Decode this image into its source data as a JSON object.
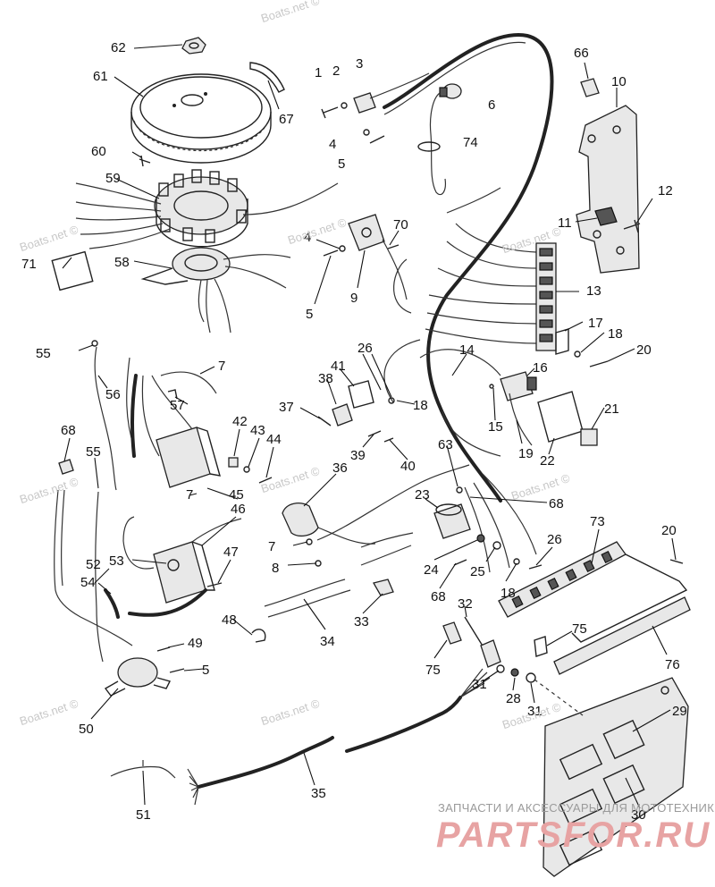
{
  "watermarks": [
    "Boats.net ©",
    "Boats.net ©",
    "Boats.net ©",
    "Boats.net ©",
    "Boats.net ©",
    "Boats.net ©",
    "Boats.net ©",
    "Boats.net ©",
    "Boats.net ©",
    "Boats.net ©"
  ],
  "brand": {
    "subtitle": "ЗАПЧАСТИ И АКСЕССУАРЫ ДЛЯ МОТОТЕХНИКИ",
    "logo": "PARTSFOR.RU"
  },
  "callouts": [
    "1",
    "2",
    "3",
    "4",
    "5",
    "6",
    "74",
    "62",
    "61",
    "67",
    "66",
    "10",
    "60",
    "59",
    "12",
    "11",
    "71",
    "58",
    "4",
    "70",
    "5",
    "9",
    "13",
    "55",
    "56",
    "7",
    "41",
    "38",
    "26",
    "14",
    "16",
    "17",
    "18",
    "20",
    "37",
    "18",
    "15",
    "21",
    "57",
    "68",
    "42",
    "43",
    "44",
    "39",
    "40",
    "63",
    "19",
    "22",
    "55",
    "36",
    "23",
    "68",
    "7",
    "45",
    "46",
    "73",
    "20",
    "7",
    "53",
    "47",
    "8",
    "24",
    "25",
    "26",
    "52",
    "18",
    "54",
    "68",
    "32",
    "33",
    "34",
    "75",
    "48",
    "49",
    "75",
    "76",
    "5",
    "31",
    "28",
    "29",
    "31",
    "50",
    "35",
    "30",
    "51"
  ]
}
